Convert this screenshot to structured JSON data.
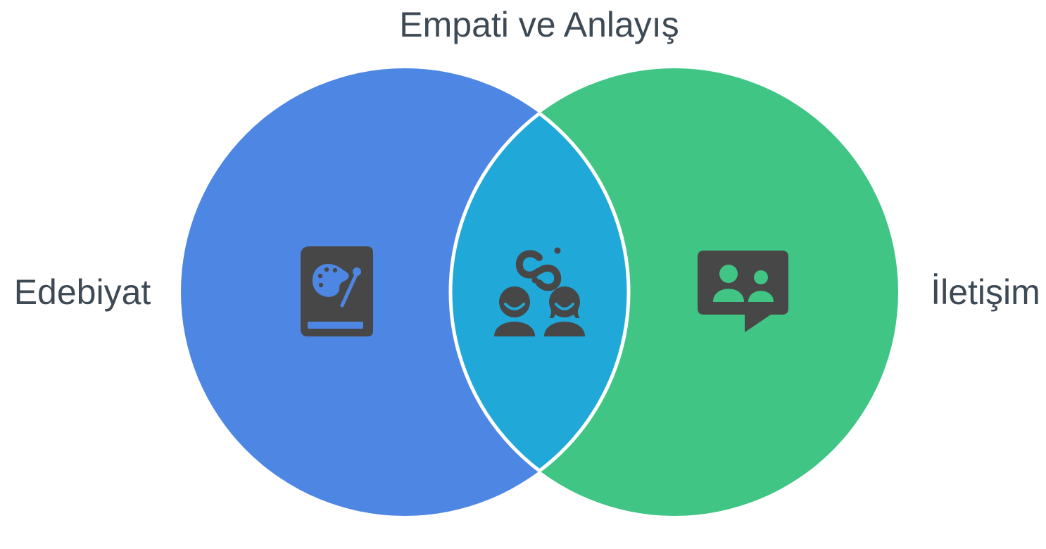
{
  "diagram": {
    "type": "venn",
    "top_label": "Empati ve Anlayış",
    "left_label": "Edebiyat",
    "right_label": "İletişim",
    "left_icon": "literature-book-palette-icon",
    "center_icon": "two-people-connection-icon",
    "right_icon": "chat-people-icon"
  },
  "colors": {
    "left_circle": "#4e86e4",
    "right_circle": "#40c584",
    "intersection": "#20a9d8",
    "icon": "#474747",
    "label_text": "#3d4a55",
    "separator": "#ffffff"
  }
}
